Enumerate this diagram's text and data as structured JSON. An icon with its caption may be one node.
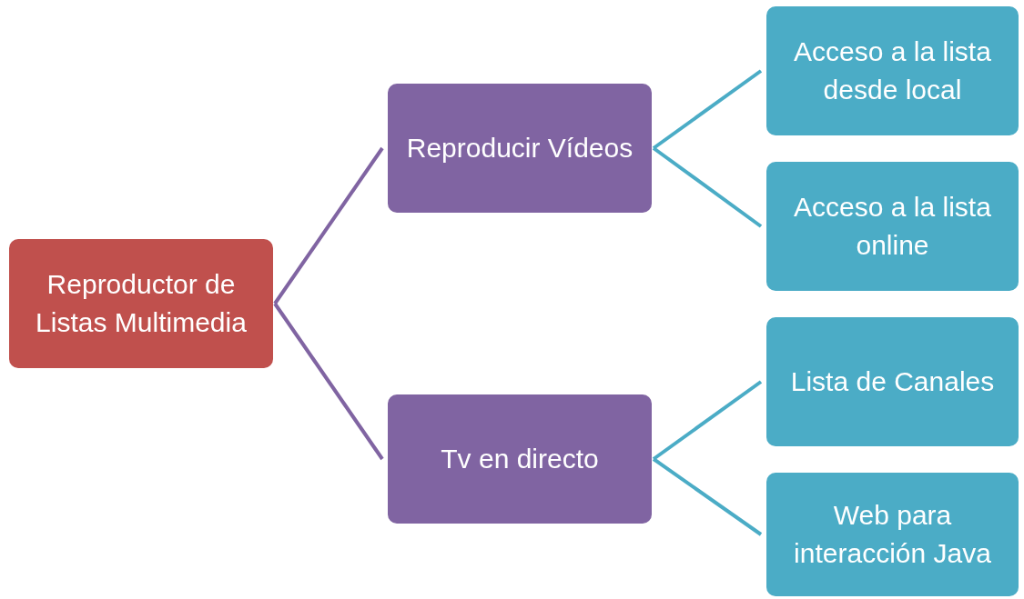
{
  "diagram": {
    "nodes": [
      {
        "text": [
          "Reproductor de Listas Multimedia"
        ]
      },
      {
        "text": [
          "Reproducir Vídeos"
        ]
      },
      {
        "text": [
          "Tv en directo"
        ]
      },
      {
        "text": [
          "Acceso a la lista desde local"
        ]
      },
      {
        "text": [
          "Acceso a la lista online"
        ]
      },
      {
        "text": [
          "Lista de Canales"
        ]
      },
      {
        "text": [
          "Web para interacción Java"
        ]
      }
    ],
    "edges": [
      {
        "from": 0,
        "to": 1,
        "arrow": "none",
        "color": "#8064a2"
      },
      {
        "from": 0,
        "to": 2,
        "arrow": "none",
        "color": "#8064a2"
      },
      {
        "from": 1,
        "to": 3,
        "arrow": "none"
      },
      {
        "from": 1,
        "to": 4,
        "arrow": "none"
      },
      {
        "from": 2,
        "to": 5,
        "arrow": "none"
      },
      {
        "from": 2,
        "to": 6,
        "arrow": "none"
      }
    ]
  }
}
